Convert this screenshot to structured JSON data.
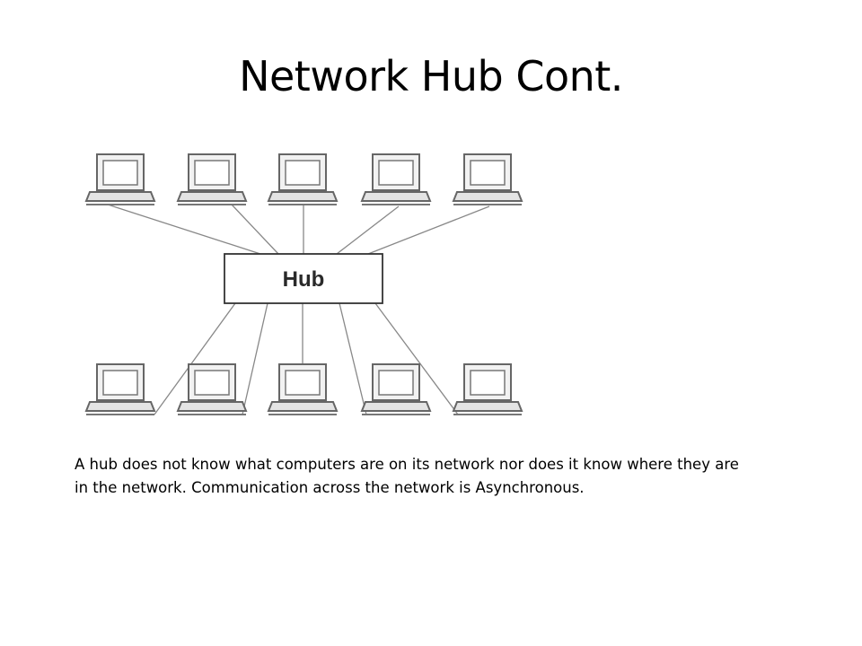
{
  "slide": {
    "title": "Network Hub Cont.",
    "body": "A hub does not know what computers are on its network nor does it know where they are in the network. Communication across the network is Asynchronous."
  },
  "diagram": {
    "hub_label": "Hub",
    "top_row_count": 5,
    "bottom_row_count": 5
  },
  "colors": {
    "background": "#ffffff",
    "line": "#888888",
    "device_outline": "#666666",
    "device_fill": "#eeeeee",
    "hub_border": "#333333"
  }
}
